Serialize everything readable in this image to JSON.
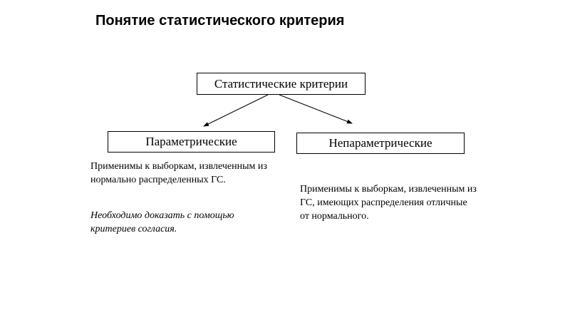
{
  "slide": {
    "title": "Понятие статистического критерия"
  },
  "diagram": {
    "root": {
      "label": "Статистические критерии"
    },
    "parametric": {
      "label": "Параметрические",
      "description": "Применимы к выборкам, извлеченным из нормально распределенных ГС.",
      "note": "Необходимо доказать с помощью критериев согласия."
    },
    "nonparametric": {
      "label": "Непараметрические",
      "description": "Применимы к выборкам, извлеченным из ГС, имеющих распределения отличные от нормального."
    }
  }
}
